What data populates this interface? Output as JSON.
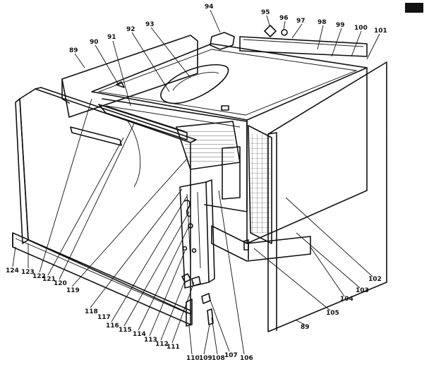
{
  "diagram": {
    "page_tag": "",
    "callouts": {
      "c89a": "89",
      "c90": "90",
      "c91": "91",
      "c92": "92",
      "c93": "93",
      "c94": "94",
      "c95": "95",
      "c96": "96",
      "c97": "97",
      "c98": "98",
      "c99": "99",
      "c100": "100",
      "c101": "101",
      "c102": "102",
      "c103": "103",
      "c104": "104",
      "c105": "105",
      "c89b": "89",
      "c106": "106",
      "c107": "107",
      "c108": "108",
      "c109": "109",
      "c110": "110",
      "c111": "111",
      "c112": "112",
      "c113": "113",
      "c114": "114",
      "c115": "115",
      "c116": "116",
      "c117": "117",
      "c118": "118",
      "c119": "119",
      "c120": "120",
      "c121": "121",
      "c122": "122",
      "c123": "123",
      "c124": "124"
    }
  }
}
